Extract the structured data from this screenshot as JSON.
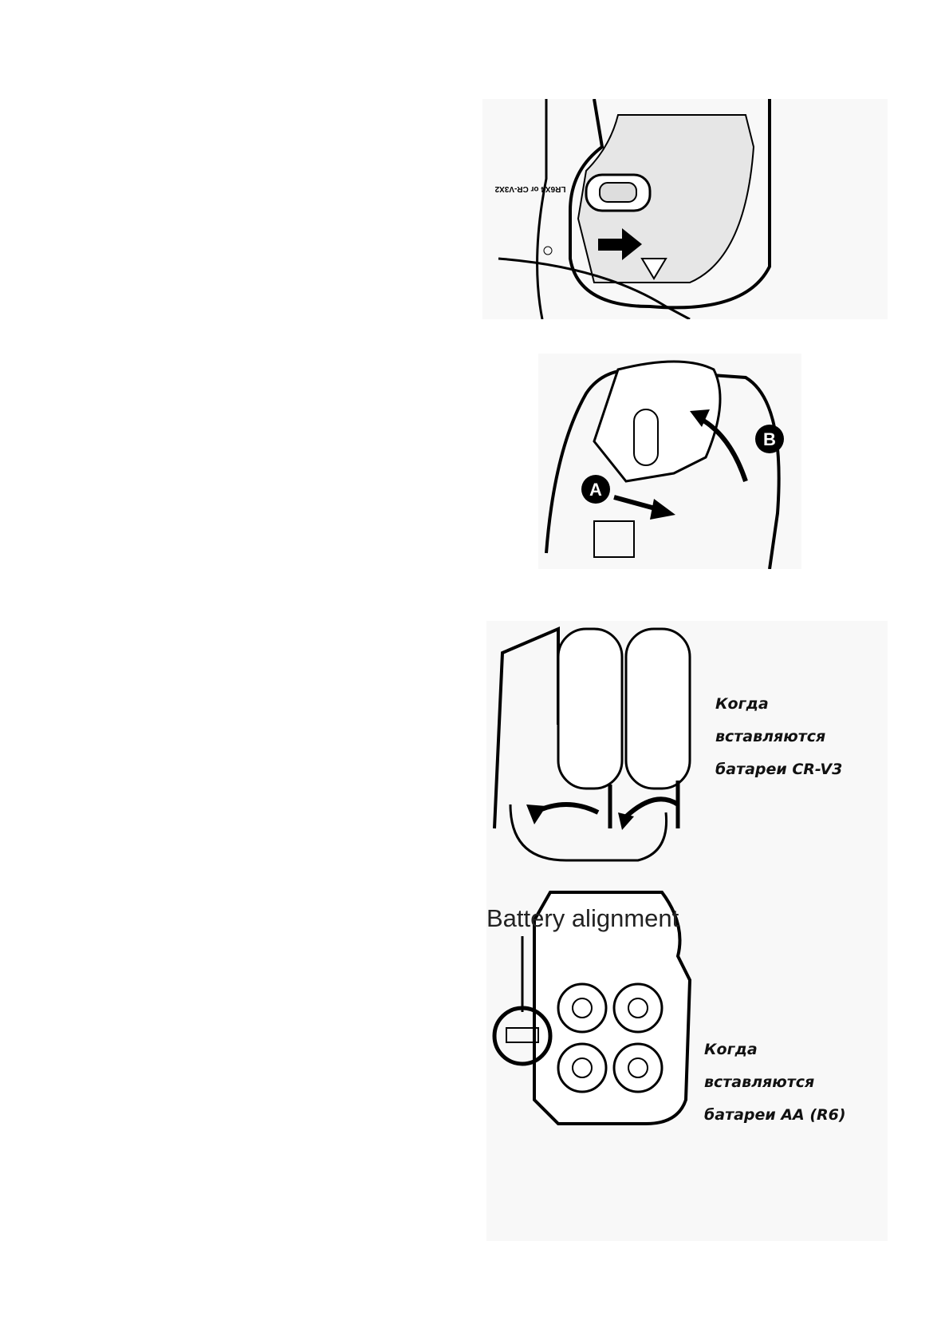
{
  "figure1": {
    "labels": [
      "LR6X4 or CR-V3X2"
    ]
  },
  "figure2": {
    "callouts": [
      "A",
      "B"
    ]
  },
  "figure3": {
    "caption_lines": [
      "Когда",
      "вставляются",
      "батареи CR-V3"
    ]
  },
  "battery_alignment": "Battery alignment",
  "figure4": {
    "caption_lines": [
      "Когда",
      "вставляются",
      "батареи AA (R6)"
    ]
  }
}
